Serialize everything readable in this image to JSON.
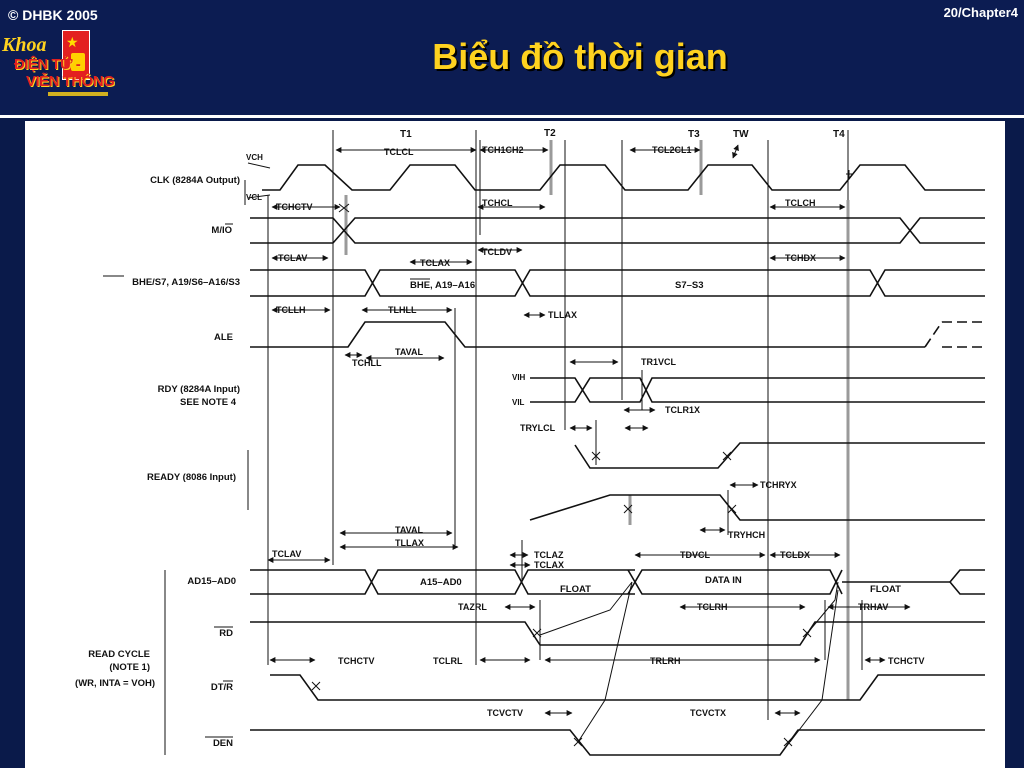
{
  "header": {
    "copyright": "© DHBK 2005",
    "slide_number": "20/Chapter4",
    "title": "Biểu đồ thời gian",
    "logo": {
      "line_k": "Khoa",
      "line1": "ĐIỆN TỬ -",
      "line2": "VIỄN THÔNG"
    }
  },
  "diagram": {
    "states": {
      "t1": "T1",
      "t2": "T2",
      "t3": "T3",
      "tw": "TW",
      "t4": "T4"
    },
    "signals": {
      "clk": "CLK (8284A Output)",
      "mio": "M/IO",
      "bhe": "BHE/S7, A19/S6–A16/S3",
      "ale": "ALE",
      "rdy1": "RDY (8284A Input)",
      "rdy2": "SEE NOTE 4",
      "ready": "READY (8086 Input)",
      "ad": "AD15–AD0",
      "rd": "RD",
      "read1": "READ CYCLE",
      "read2": "(NOTE 1)",
      "read3": "(WR, INTA = VOH)",
      "dtr": "DT/R",
      "den": "DEN"
    },
    "levels": {
      "vch": "VCH",
      "vcl": "VCL",
      "vih": "VIH",
      "vil": "VIL"
    },
    "bus_labels": {
      "bhe_addr": "BHE, A19–A16",
      "status": "S7–S3",
      "addr": "A15–AD0",
      "data_in": "DATA IN",
      "float1": "FLOAT",
      "float2": "FLOAT"
    },
    "timings": {
      "tclcl": "TCLCL",
      "tch1ch2": "TCH1CH2",
      "tcl2cl1": "TCL2CL1",
      "tchctv": "TCHCTV",
      "tchcl": "TCHCL",
      "tclch": "TCLCH",
      "tclav": "TCLAV",
      "tcldv": "TCLDV",
      "tclax": "TCLAX",
      "tchdx": "TCHDX",
      "tllh": "TCLLH",
      "tlhll": "TLHLL",
      "tllax": "TLLAX",
      "tchll": "TCHLL",
      "taval": "TAVAL",
      "tr1vcl": "TR1VCL",
      "tclr1x": "TCLR1X",
      "tryhcl": "TRYLCL",
      "tchryx": "TCHRYX",
      "tryhch": "TRYHCH",
      "taval2": "TAVAL",
      "tllax2": "TLLAX",
      "tclav2": "TCLAV",
      "tclaz": "TCLAZ",
      "tclax2": "TCLAX",
      "tdvcl": "TDVCL",
      "tcldx": "TCLDX",
      "tazrl": "TAZRL",
      "tclrh": "TCLRH",
      "trhav": "TRHAV",
      "tclrl": "TCLRL",
      "trlrh": "TRLRH",
      "tchctv2": "TCHCTV",
      "tchctv3": "TCHCTV",
      "tcvctv": "TCVCTV",
      "tcvctx": "TCVCTX"
    }
  }
}
